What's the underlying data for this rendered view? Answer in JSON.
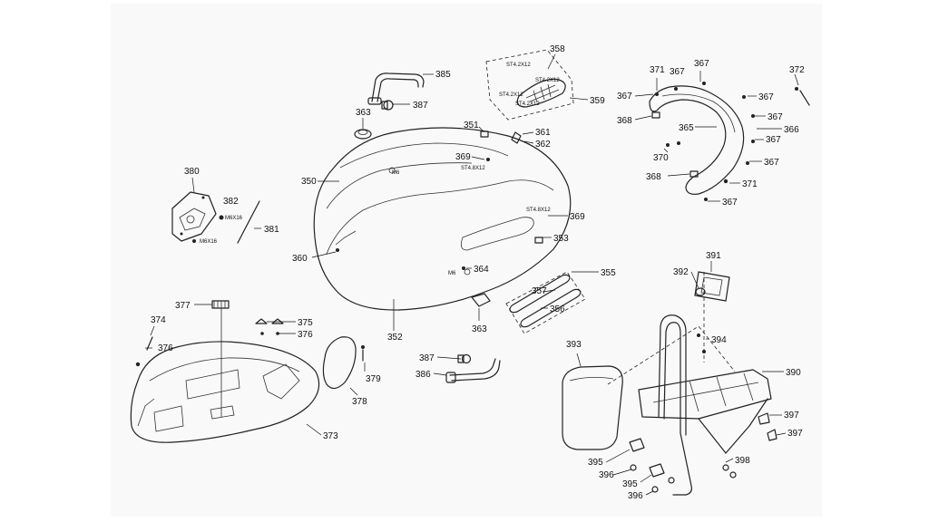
{
  "labels": {
    "385": "385",
    "387a": "387",
    "363a": "363",
    "358": "358",
    "359": "359",
    "351": "351",
    "361": "361",
    "362": "362",
    "369a": "369",
    "350": "350",
    "380": "380",
    "382": "382",
    "381": "381",
    "360": "360",
    "369b": "369",
    "353": "353",
    "364": "364",
    "355": "355",
    "357": "357",
    "356": "356",
    "363b": "363",
    "352": "352",
    "377": "377",
    "374": "374",
    "376a": "376",
    "375": "375",
    "376b": "376",
    "379": "379",
    "378": "378",
    "373": "373",
    "387b": "387",
    "386": "386",
    "371a": "371",
    "367a": "367",
    "367b": "367",
    "372": "372",
    "367c": "367",
    "367d": "367",
    "368a": "368",
    "365": "365",
    "366": "366",
    "367e": "367",
    "370": "370",
    "367f": "367",
    "368b": "368",
    "371b": "371",
    "367g": "367",
    "391": "391",
    "392": "392",
    "394": "394",
    "393": "393",
    "390": "390",
    "397a": "397",
    "397b": "397",
    "398": "398",
    "395a": "395",
    "396a": "396",
    "395b": "395",
    "396b": "396"
  },
  "spec": {
    "st42x12a": "ST4.2X12",
    "st42x12b": "ST4.2X12",
    "st42x12c": "ST4.2X12",
    "st42x12d": "ST4.2X12",
    "st48x12a": "ST4.8X12",
    "st48x12b": "ST4.8X12",
    "m6a": "M6",
    "m6b": "M6",
    "m6x16a": "M6X16",
    "m6x16b": "M6X16"
  }
}
